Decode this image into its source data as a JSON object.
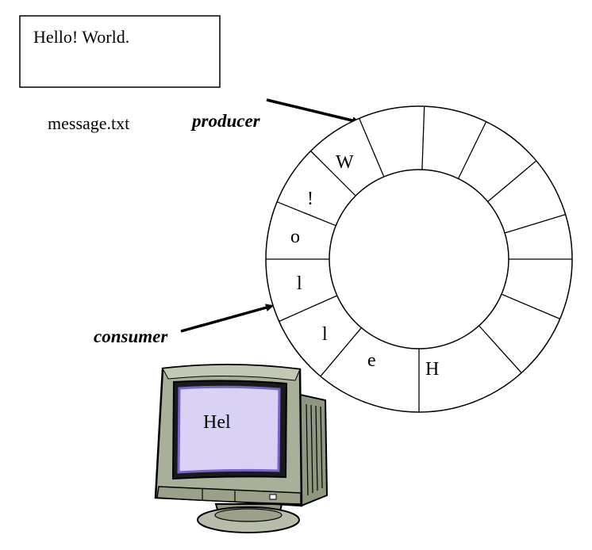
{
  "file_box": {
    "content": "Hello! World.",
    "filename": "message.txt"
  },
  "labels": {
    "producer": "producer",
    "consumer": "consumer"
  },
  "ring_buffer": {
    "slots": [
      {
        "char": "W"
      },
      {
        "char": "!"
      },
      {
        "char": "o"
      },
      {
        "char": "l"
      },
      {
        "char": "l"
      },
      {
        "char": "e"
      },
      {
        "char": "H"
      }
    ]
  },
  "monitor": {
    "screen_text": "Hel",
    "screen_color": "#d9d2f4",
    "screen_border_color": "#7a63c9",
    "body_color": "#a9b09a"
  }
}
